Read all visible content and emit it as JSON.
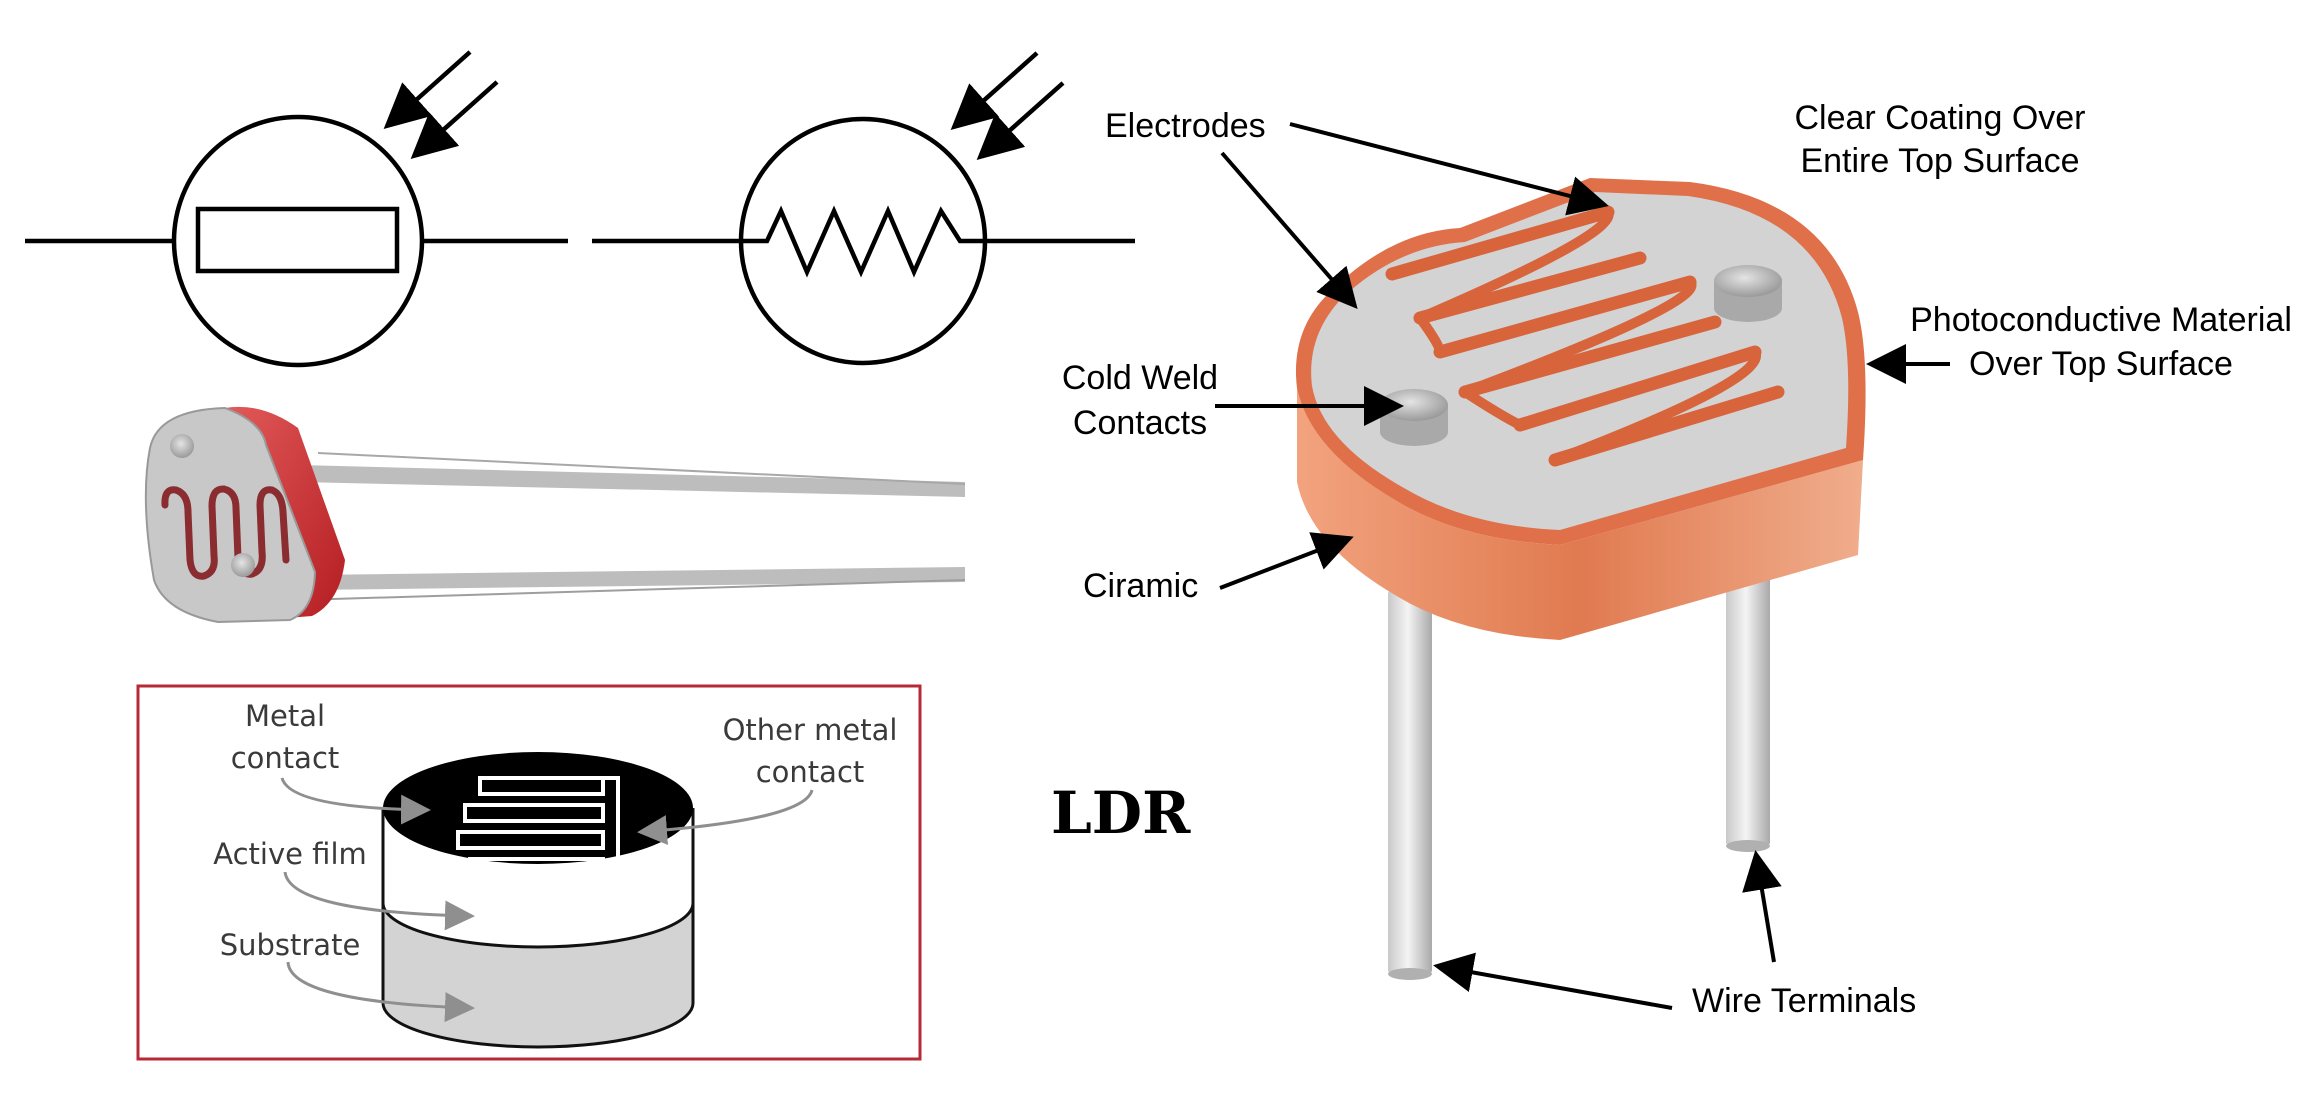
{
  "diagram": {
    "title": "LDR",
    "labels": {
      "electrodes": "Electrodes",
      "clear_coating_line1": "Clear Coating Over",
      "clear_coating_line2": "Entire Top Surface",
      "photoconductive_line1": "Photoconductive Material",
      "photoconductive_line2": "Over Top Surface",
      "cold_weld_line1": "Cold Weld",
      "cold_weld_line2": "Contacts",
      "ceramic": "Ciramic",
      "wire_terminals": "Wire Terminals"
    },
    "inset": {
      "metal_contact_line1": "Metal",
      "metal_contact_line2": "contact",
      "other_metal_line1": "Other metal",
      "other_metal_line2": "contact",
      "active_film": "Active film",
      "substrate": "Substrate"
    },
    "colors": {
      "ceramic_body": "#e07a50",
      "electrode_track": "#d8643c",
      "top_surface": "#d3d3d3",
      "inset_border": "#b52a35",
      "photo_body": "#c8282e"
    },
    "icons": {
      "symbol_rectangle": "photoresistor-symbol-rectangle",
      "symbol_zigzag": "photoresistor-symbol-zigzag",
      "light_arrows": "incident-light-arrows"
    }
  }
}
